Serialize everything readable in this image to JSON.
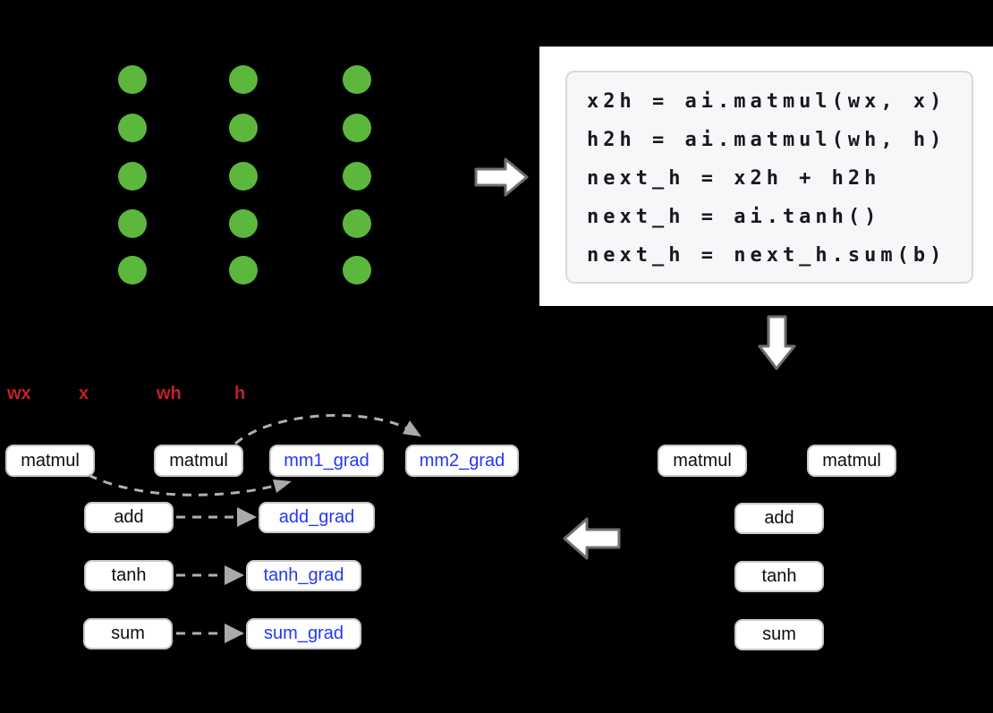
{
  "colors": {
    "background": "#000000",
    "neuron_green": "#5cb83c",
    "label_red": "#c1202b",
    "grad_blue": "#2337f5",
    "node_bg": "#ffffff",
    "node_border": "#c9c9c9",
    "code_bg": "#f6f7f8",
    "code_text": "#17191c",
    "dash_gray": "#b0b0b0",
    "arrow_outline": "#6f6f6f"
  },
  "neuron_grid": {
    "columns": 3,
    "rows": 5
  },
  "code_panel": {
    "lines": [
      "x2h = ai.matmul(wx, x)",
      "h2h = ai.matmul(wh, h)",
      "next_h = x2h + h2h",
      "next_h = ai.tanh()",
      "next_h = next_h.sum(b)"
    ]
  },
  "input_labels": [
    {
      "label": "wx"
    },
    {
      "label": "x"
    },
    {
      "label": "wh"
    },
    {
      "label": "h"
    }
  ],
  "backward_graph": {
    "forward_nodes": [
      {
        "label": "matmul"
      },
      {
        "label": "matmul"
      },
      {
        "label": "add"
      },
      {
        "label": "tanh"
      },
      {
        "label": "sum"
      }
    ],
    "grad_nodes": [
      {
        "label": "mm1_grad"
      },
      {
        "label": "mm2_grad"
      },
      {
        "label": "add_grad"
      },
      {
        "label": "tanh_grad"
      },
      {
        "label": "sum_grad"
      }
    ]
  },
  "forward_graph": {
    "nodes": [
      {
        "label": "matmul"
      },
      {
        "label": "matmul"
      },
      {
        "label": "add"
      },
      {
        "label": "tanh"
      },
      {
        "label": "sum"
      }
    ]
  }
}
